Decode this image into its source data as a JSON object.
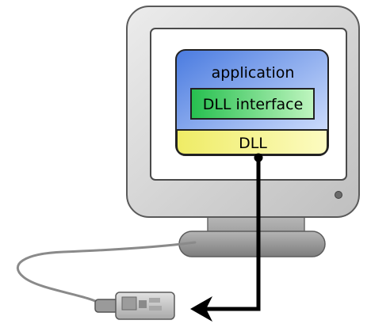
{
  "diagram": {
    "application_label": "application",
    "interface_label": "DLL interface",
    "dll_label": "DLL"
  },
  "colors": {
    "monitor_body": "#d8d8d8",
    "monitor_outline": "#555555",
    "screen": "#ffffff",
    "app_top": "#4f81e0",
    "app_bottom": "#d9e6ff",
    "interface_left": "#2ec454",
    "interface_right": "#b6f2b6",
    "dll_left": "#f1ee6c",
    "dll_right": "#fbfab6",
    "connector": "#000000",
    "cable": "#8a8a8a",
    "device_body": "#bdbdbd"
  },
  "icons": {
    "power_led": "power-led-icon",
    "usb_device": "usb-device-icon"
  }
}
